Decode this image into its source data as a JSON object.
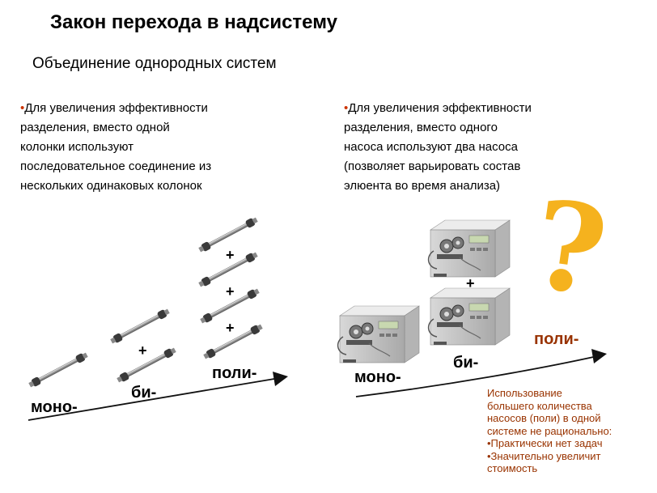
{
  "title": "Закон перехода в надсистему",
  "subtitle": "Объединение однородных систем",
  "left_block": {
    "bullet_char": "•",
    "lines": [
      "Для увеличения эффективности",
      "разделения, вместо одной",
      "колонки используют",
      "последовательное соединение из",
      "нескольких одинаковых колонок"
    ]
  },
  "right_block": {
    "bullet_char": "•",
    "lines": [
      "Для увеличения эффективности",
      "разделения, вместо одного",
      "насоса используют два насоса",
      "(позволяет варьировать состав",
      "элюента во время анализа)"
    ]
  },
  "left_diagram": {
    "labels": {
      "mono": "моно-",
      "bi": "би-",
      "poly": "поли-"
    },
    "plus": "+"
  },
  "right_diagram": {
    "labels": {
      "mono": "моно-",
      "bi": "би-",
      "poly": "поли-"
    },
    "plus": "+",
    "question_mark": "?",
    "colors": {
      "poly_label": "#993300",
      "question": "#f5b21e",
      "note": "#993300"
    }
  },
  "note": {
    "lines": [
      "Использование",
      "большего количества",
      "насосов (поли) в одной",
      "системе не рационально:",
      "•Практически нет задач",
      "•Значительно увеличит",
      "стоимость"
    ]
  }
}
